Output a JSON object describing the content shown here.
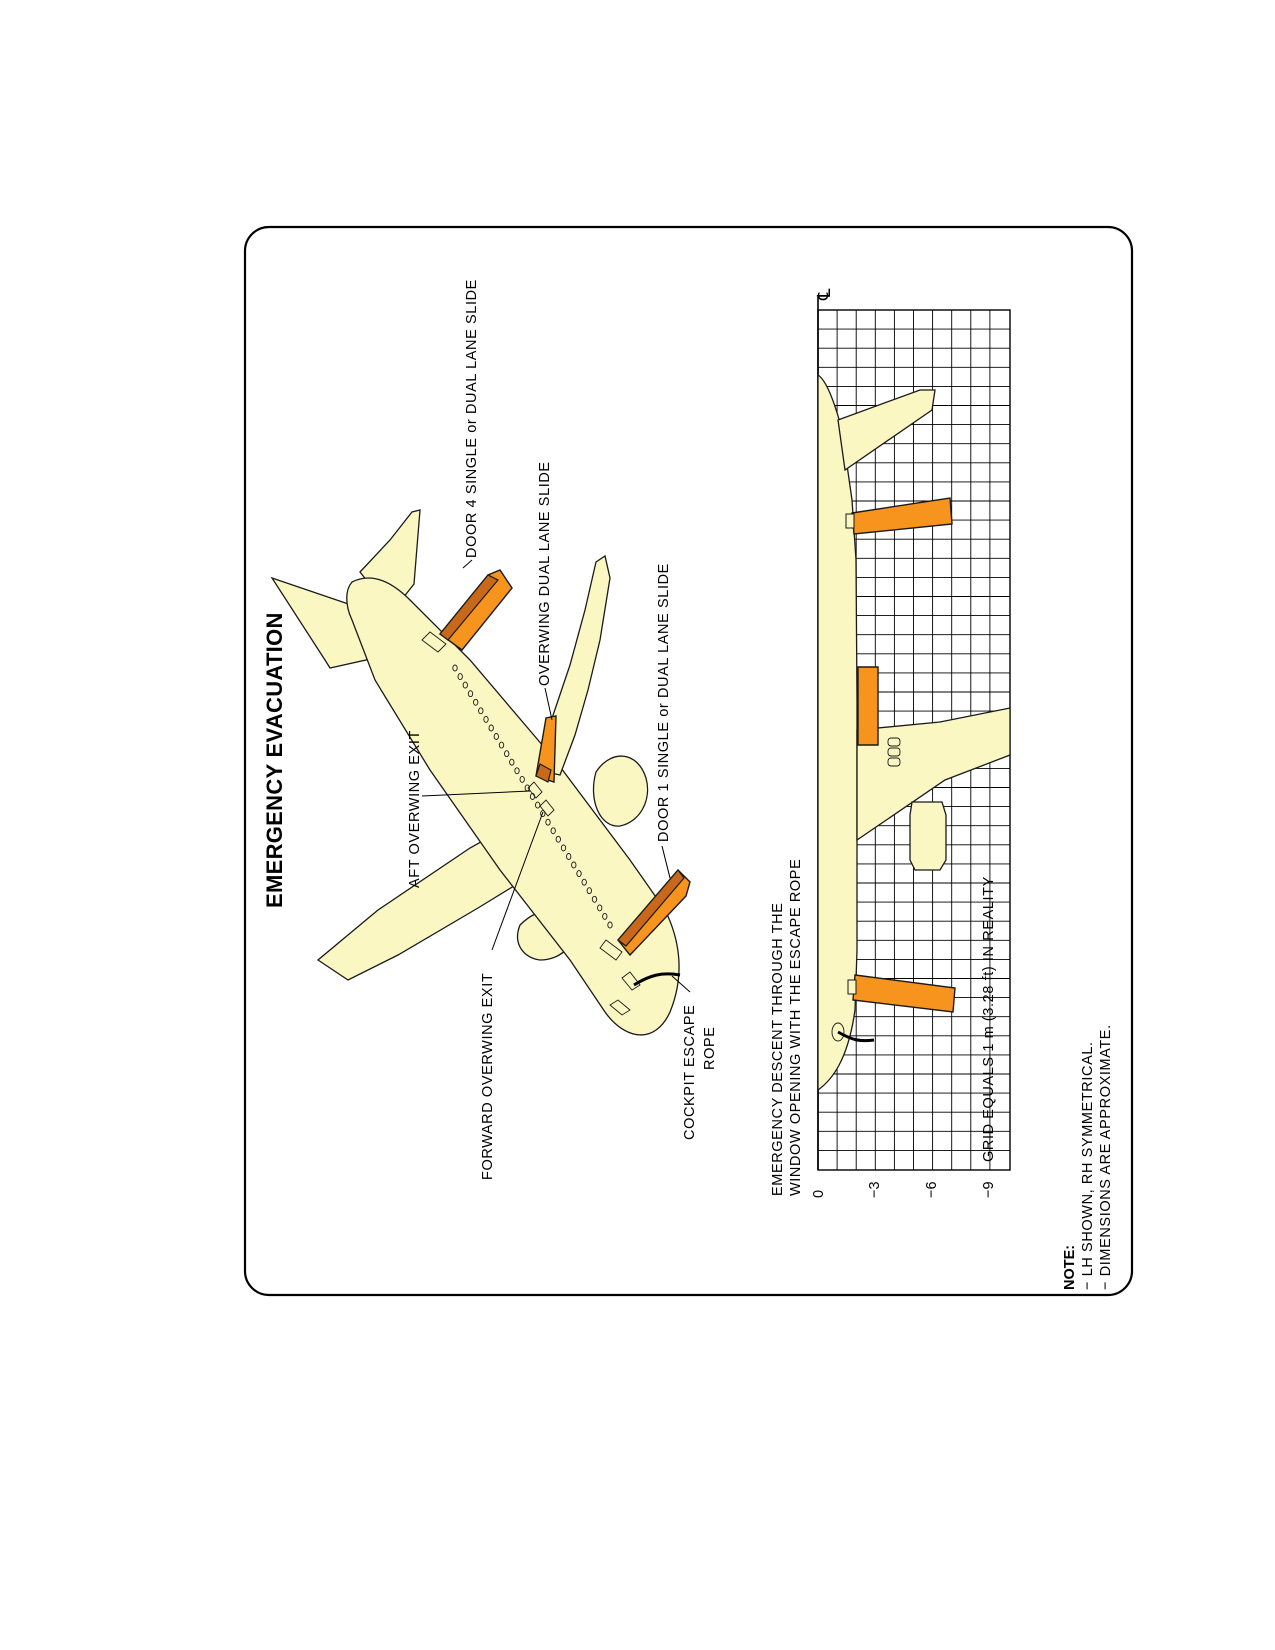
{
  "title": "EMERGENCY EVACUATION",
  "callouts": {
    "door4": "DOOR 4 SINGLE or DUAL LANE SLIDE",
    "overwing_slide": "OVERWING DUAL LANE SLIDE",
    "door1": "DOOR 1 SINGLE or DUAL LANE SLIDE",
    "aft_overwing_exit": "AFT OVERWING EXIT",
    "forward_overwing_exit": "FORWARD OVERWING EXIT",
    "cockpit_rope_line1": "COCKPIT ESCAPE",
    "cockpit_rope_line2": "ROPE",
    "descent_line1": "EMERGENCY DESCENT THROUGH THE",
    "descent_line2": "WINDOW OPENING WITH THE ESCAPE ROPE"
  },
  "grid": {
    "centerline_symbol": "℄",
    "scale_note": "GRID EQUALS 1 m (3.28 ft) IN REALITY",
    "tick_labels": [
      "0",
      "−3",
      "−6",
      "−9"
    ]
  },
  "note": {
    "heading": "NOTE:",
    "line1": "− LH SHOWN, RH SYMMETRICAL.",
    "line2": "− DIMENSIONS ARE APPROXIMATE."
  },
  "colors": {
    "fuselage": "#fbf7c2",
    "slide": "#f7941d",
    "outline": "#1a1a1a"
  }
}
